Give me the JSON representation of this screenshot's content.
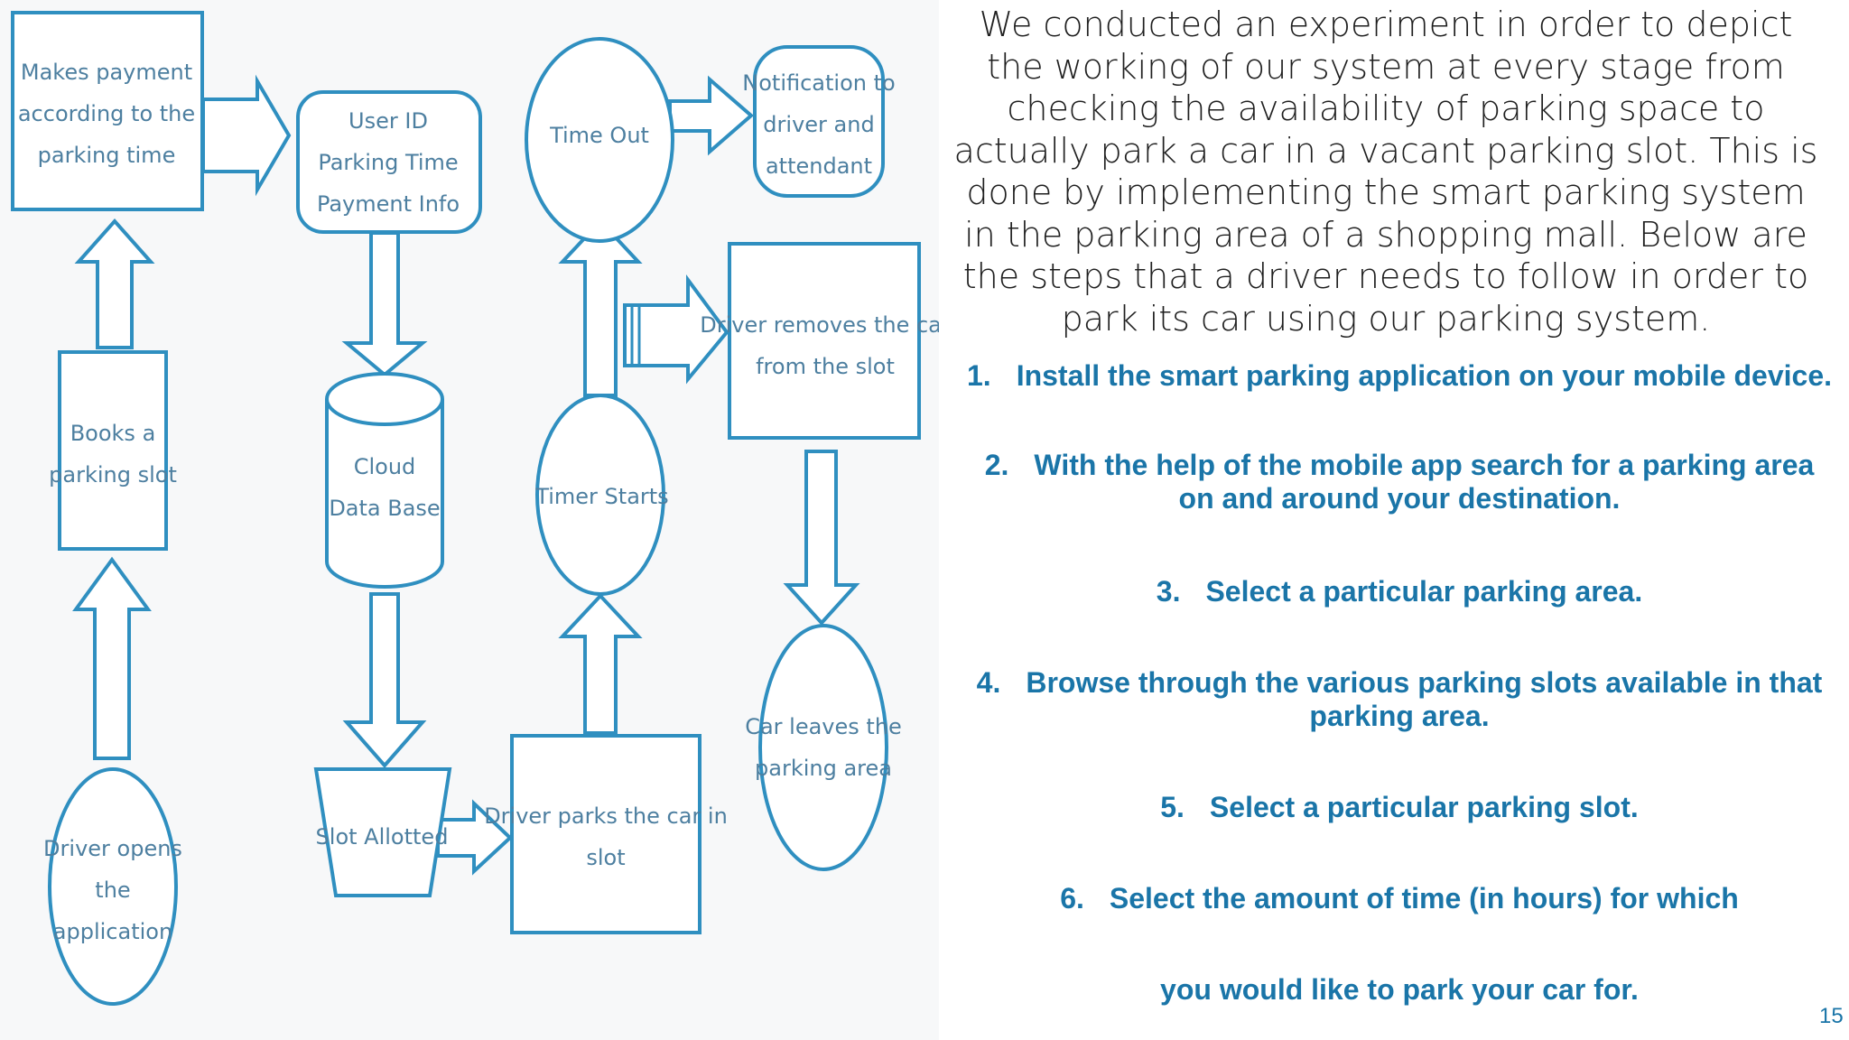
{
  "diagram": {
    "nodes": {
      "makes_payment": [
        "Makes payment",
        "according to the",
        "parking time"
      ],
      "user_info": [
        "User ID",
        "Parking Time",
        "Payment Info"
      ],
      "time_out": [
        "Time Out"
      ],
      "notification": [
        "Notification to",
        "driver and",
        "attendant"
      ],
      "books_slot": [
        "Books a",
        "parking slot"
      ],
      "cloud_db": [
        "Cloud",
        "Data Base"
      ],
      "timer_starts": [
        "Timer Starts"
      ],
      "driver_removes": [
        "Driver removes the car",
        "from the slot"
      ],
      "car_leaves": [
        "Car leaves the",
        "parking area"
      ],
      "slot_allotted": [
        "Slot Allotted"
      ],
      "driver_parks": [
        "Driver parks the car in",
        "slot"
      ],
      "driver_opens": [
        "Driver opens",
        "the",
        "application"
      ]
    }
  },
  "intro_text": "We conducted an experiment in order to depict the working of our system at every stage from checking the availability of parking space to actually park a car in a vacant parking slot. This is done by implementing the smart parking system in the parking area of a shopping mall. Below are the steps that a driver needs to follow in order to park its car using our parking system.",
  "steps": [
    {
      "num": "1.",
      "text": "Install the smart parking application on your mobile device."
    },
    {
      "num": "2.",
      "text": "With the help of the mobile app search for a parking area on and around your destination."
    },
    {
      "num": "3.",
      "text": "Select a particular parking area."
    },
    {
      "num": "4.",
      "text": "Browse through the various parking slots available in that parking area."
    },
    {
      "num": "5.",
      "text": "Select a particular parking slot."
    },
    {
      "num": "6.",
      "text": "Select the amount of time (in hours) for which"
    },
    {
      "num": "",
      "text": "you would like to park your car for."
    }
  ],
  "page_number": "15",
  "colors": {
    "accent": "#1a75a8",
    "shape_stroke": "#2f8fc0",
    "diagram_text": "#4d7fa0"
  }
}
